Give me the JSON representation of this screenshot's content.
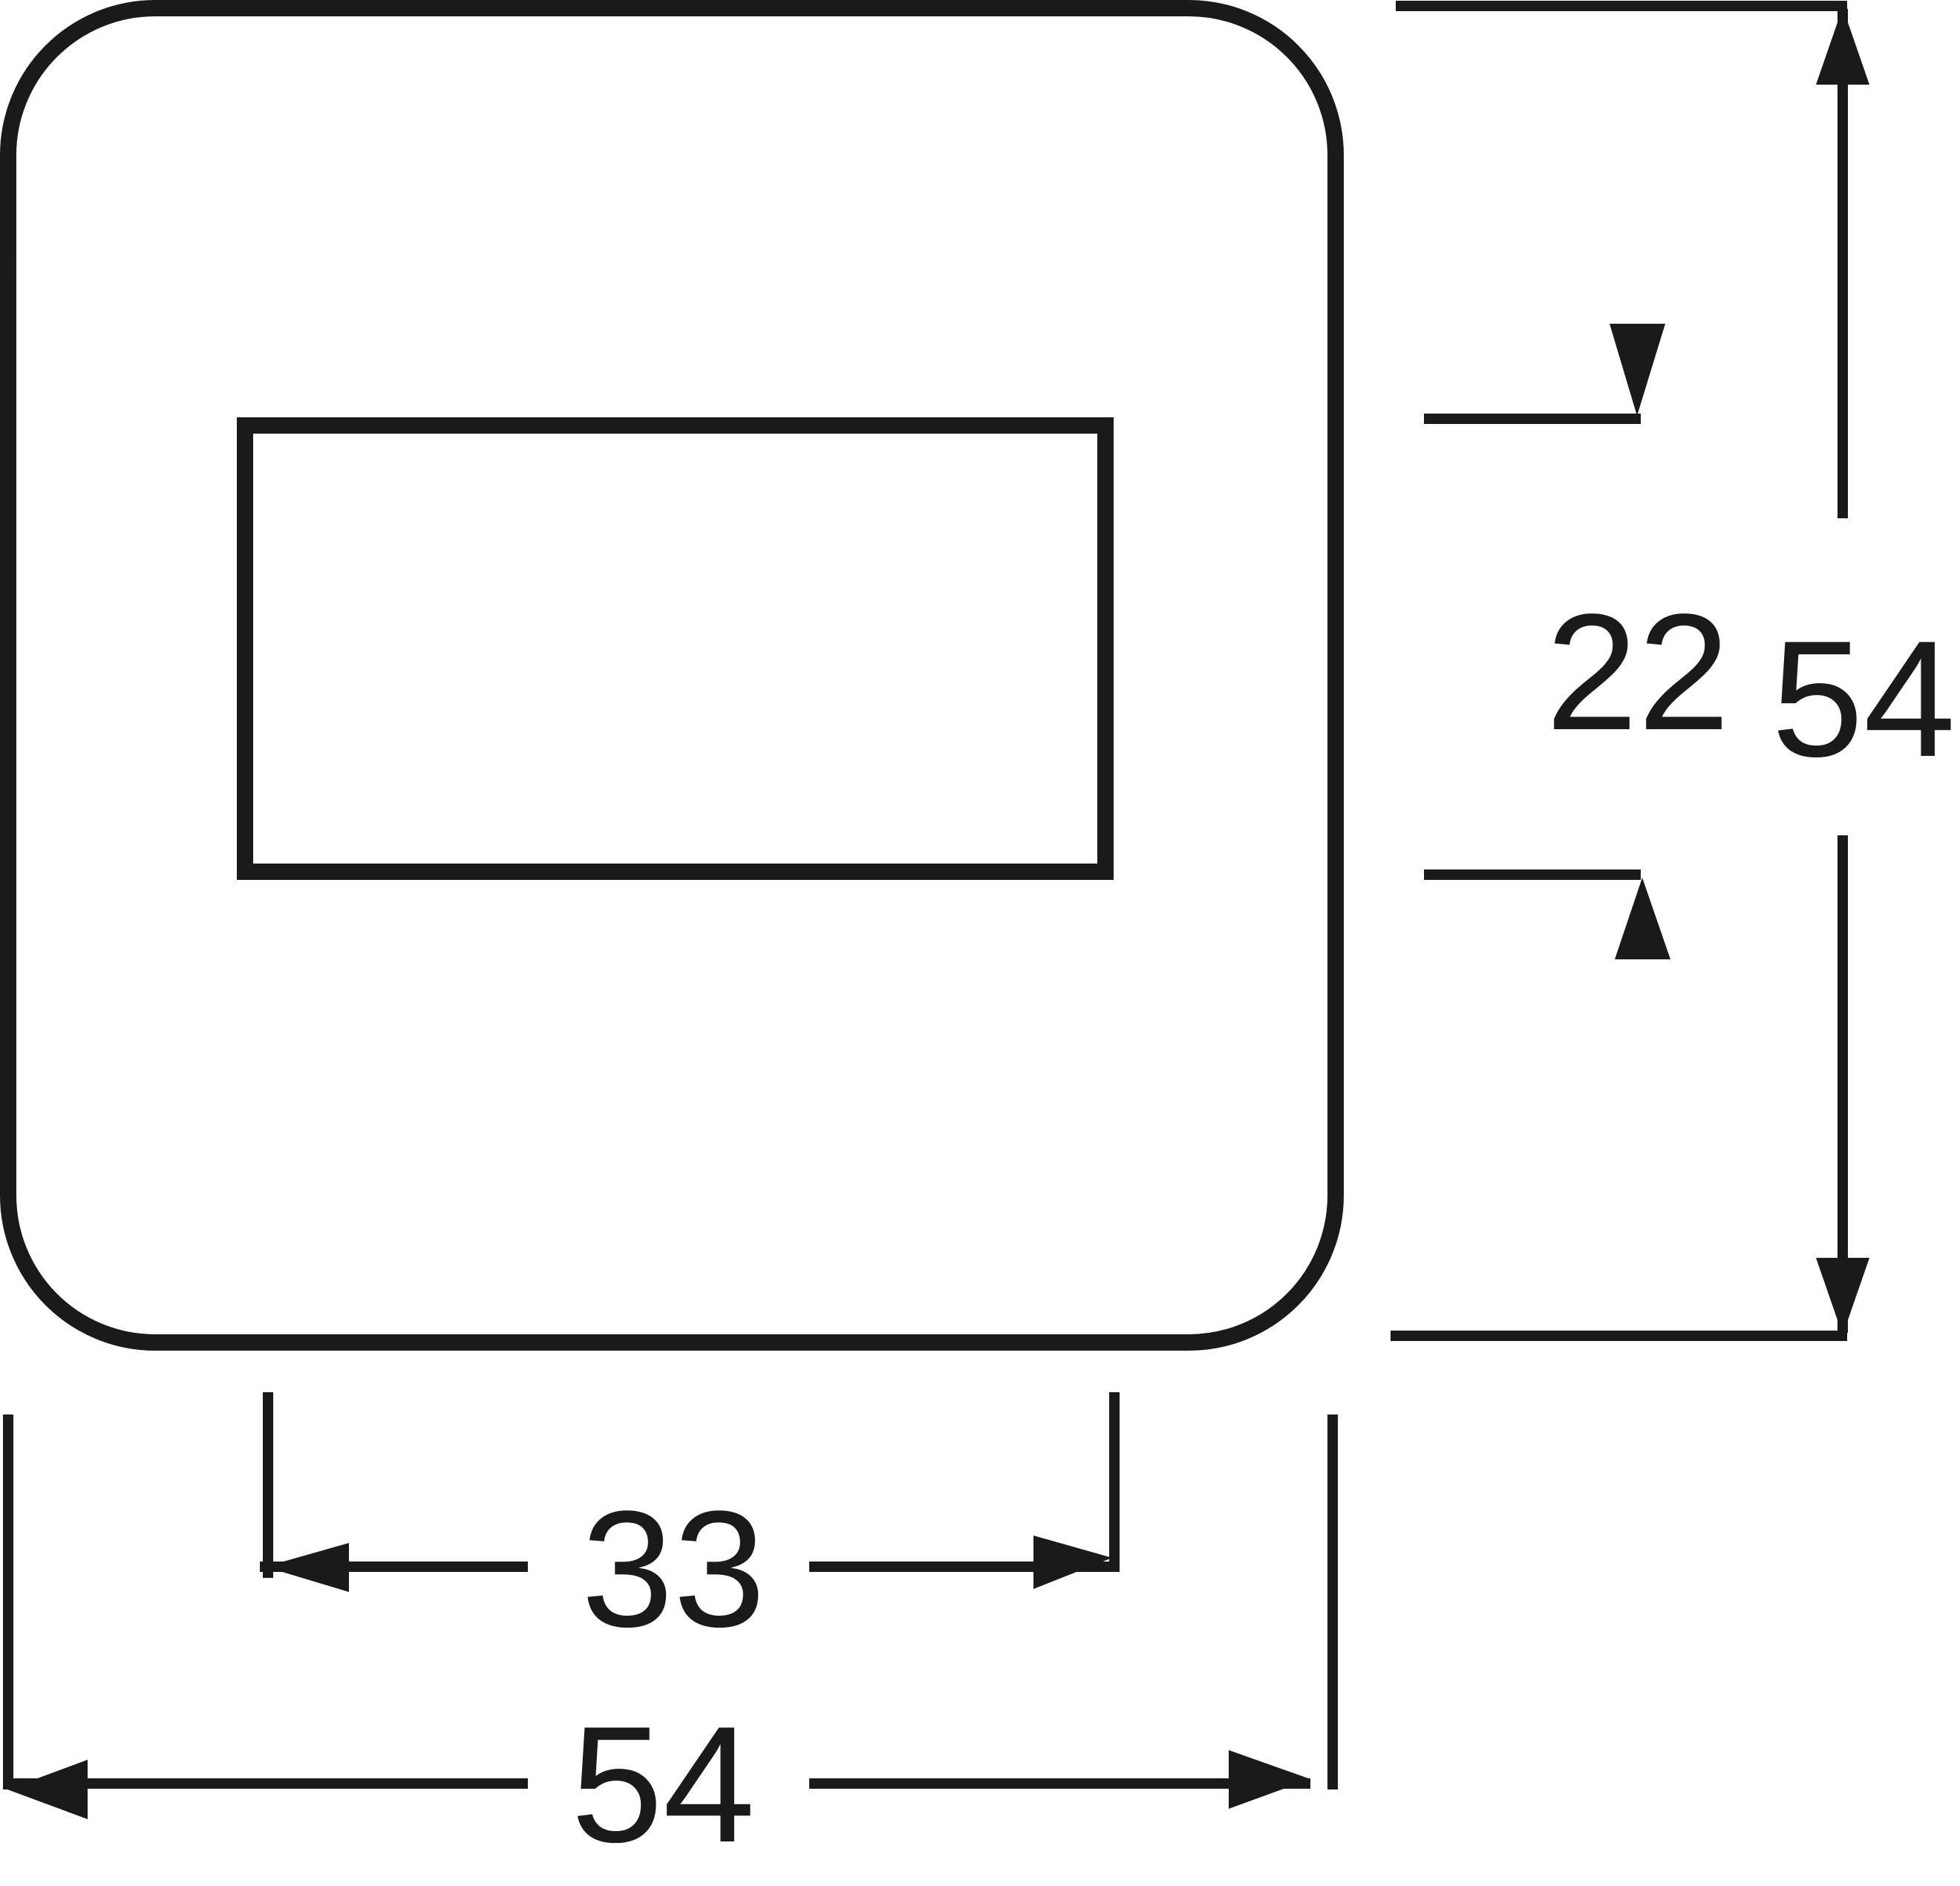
{
  "diagram": {
    "dimensions": {
      "inner_width": "33",
      "outer_width": "54",
      "inner_height": "22",
      "outer_height": "54"
    },
    "colors": {
      "line": "#1a1a1a",
      "background": "#ffffff"
    }
  }
}
